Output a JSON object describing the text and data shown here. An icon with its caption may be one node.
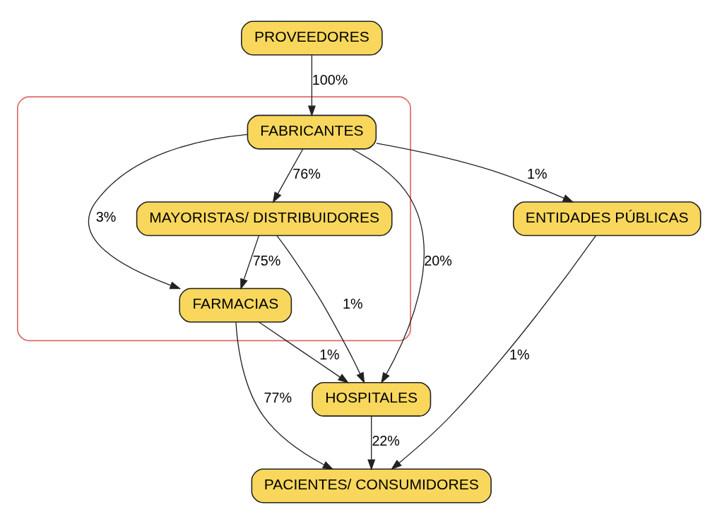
{
  "diagram": {
    "nodes": [
      {
        "text": [
          "PROVEEDORES"
        ]
      },
      {
        "text": [],
        "shape": "box"
      },
      {
        "text": [
          "FABRICANTES"
        ],
        "in": 1
      },
      {
        "text": [
          "MAYORISTAS/ DISTRIBUIDORES"
        ],
        "in": 1
      },
      {
        "text": [
          "FARMACIAS"
        ],
        "in": 1
      },
      {
        "text": [
          "ENTIDADES PÚBLICAS"
        ]
      },
      {
        "text": [
          "HOSPITALES"
        ]
      },
      {
        "text": [
          "PACIENTES/ CONSUMIDORES"
        ]
      }
    ],
    "edges": [
      {
        "from": 0,
        "to": 2,
        "arrow": "to",
        "label": "100%"
      },
      {
        "from": 2,
        "to": 5,
        "arrow": "to",
        "label": "1%"
      },
      {
        "from": 2,
        "to": 6,
        "arrow": "to",
        "label": "20%"
      },
      {
        "from": 2,
        "to": 3,
        "arrow": "to",
        "label": "76%"
      },
      {
        "from": 2,
        "to": 4,
        "arrow": "to",
        "label": "3%"
      },
      {
        "from": 3,
        "to": 6,
        "arrow": "to",
        "label": "1%"
      },
      {
        "from": 3,
        "to": 4,
        "arrow": "to",
        "label": "75%"
      },
      {
        "from": 4,
        "to": 6,
        "arrow": "to",
        "label": "1%"
      },
      {
        "from": 4,
        "to": 7,
        "arrow": "to",
        "label": "77%"
      },
      {
        "from": 5,
        "to": 7,
        "arrow": "to",
        "label": "1%"
      },
      {
        "from": 6,
        "to": 7,
        "arrow": "to",
        "label": "22%"
      }
    ]
  }
}
